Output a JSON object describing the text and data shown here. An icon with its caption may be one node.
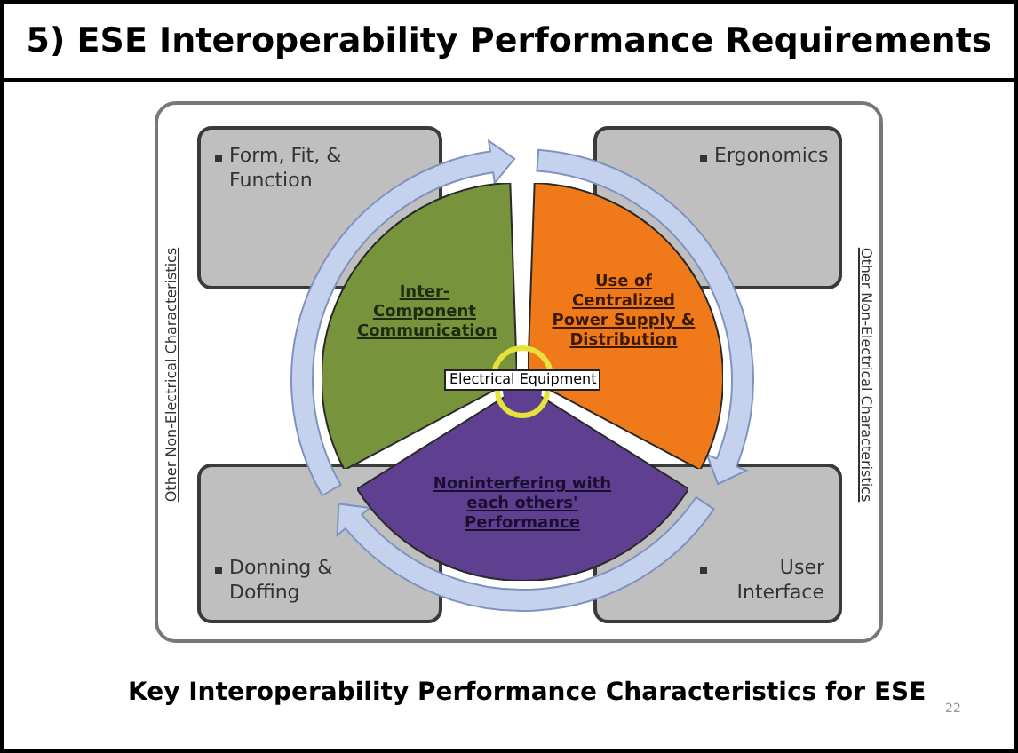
{
  "diagram": {
    "title": "5) ESE Interoperability Performance Requirements",
    "caption": "Key Interoperability Performance Characteristics for ESE",
    "nodes": [
      {
        "text": [],
        "shape": "box"
      },
      {
        "text": [
          "Form, Fit, & Function"
        ],
        "in": 0
      },
      {
        "text": [
          "Ergonomics"
        ],
        "in": 0
      },
      {
        "text": [
          "Donning & Doffing"
        ],
        "in": 0
      },
      {
        "text": [
          "User Interface"
        ],
        "in": 0
      },
      {
        "text": [
          "Inter-Component Communication"
        ],
        "in": 0
      },
      {
        "text": [
          "Use of Centralized Power Supply & Distribution"
        ],
        "in": 0
      },
      {
        "text": [
          "Noninterfering with each others' Performance"
        ],
        "in": 0
      },
      {
        "text": [
          "Electrical Equipment"
        ],
        "in": 0
      }
    ],
    "labels": [
      "Other Non-Electrical Characteristics",
      "Other Non-Electrical Characteristics",
      "22"
    ]
  }
}
